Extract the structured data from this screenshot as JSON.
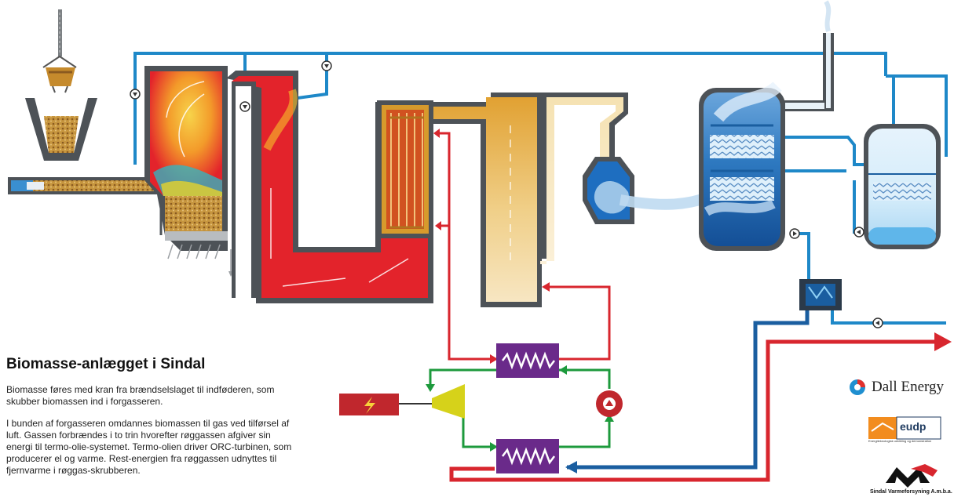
{
  "heading": "Biomasse-anlægget i Sindal",
  "paragraph_1": "Biomasse føres med kran fra brændselslaget til indføderen, som skubber biomassen ind i forgasseren.",
  "paragraph_2": "I bunden af forgasseren omdannes biomassen til gas ved tilførsel af luft. Gassen forbrændes i to trin hvorefter røggassen afgiver sin energi til termo-olie-systemet. Termo-olien driver ORC-turbinen, som producerer el og varme. Rest-energien fra røggassen udnyttes til fjernvarme i røggas-skrubberen.",
  "logos": {
    "dall_energy": "Dall Energy",
    "eudp": "eudp",
    "eudp_sub": "Energiteknologisk udvikling og demonstration",
    "sindal": "Sindal Varmeforsyning A.m.b.a."
  },
  "colors": {
    "water_blue": "#1e88c8",
    "cold_blue": "#1a5ea0",
    "hot_red": "#d8262e",
    "oil_green": "#1d9a3c",
    "hx_purple": "#6a2a8a",
    "furnace_red": "#e3232b",
    "gold": "#d99a2b",
    "beige": "#f2dca8",
    "wall_grey": "#555a5f",
    "turbine_yellow": "#d6d21a"
  }
}
